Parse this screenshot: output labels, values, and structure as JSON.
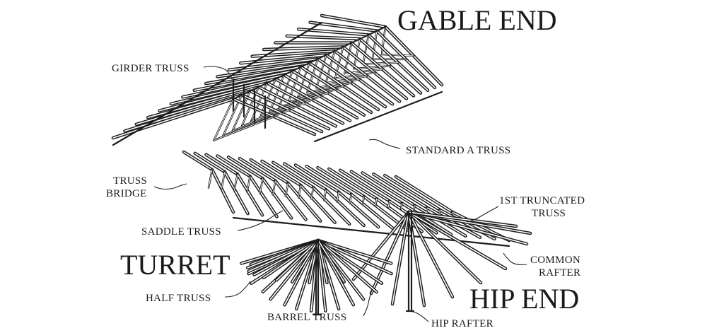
{
  "labels": {
    "gable_end": "GABLE END",
    "girder_truss": "GIRDER TRUSS",
    "standard_a_truss": "STANDARD A TRUSS",
    "truss_bridge_line1": "TRUSS",
    "truss_bridge_line2": "BRIDGE",
    "first_truncated_line1": "1ST TRUNCATED",
    "first_truncated_line2": "TRUSS",
    "saddle_truss": "SADDLE TRUSS",
    "turret": "TURRET",
    "common_rafter_line1": "COMMON",
    "common_rafter_line2": "RAFTER",
    "half_truss": "HALF TRUSS",
    "hip_end": "HIP END",
    "barrel_truss": "BARREL TRUSS",
    "hip_rafter": "HIP RAFTER"
  }
}
